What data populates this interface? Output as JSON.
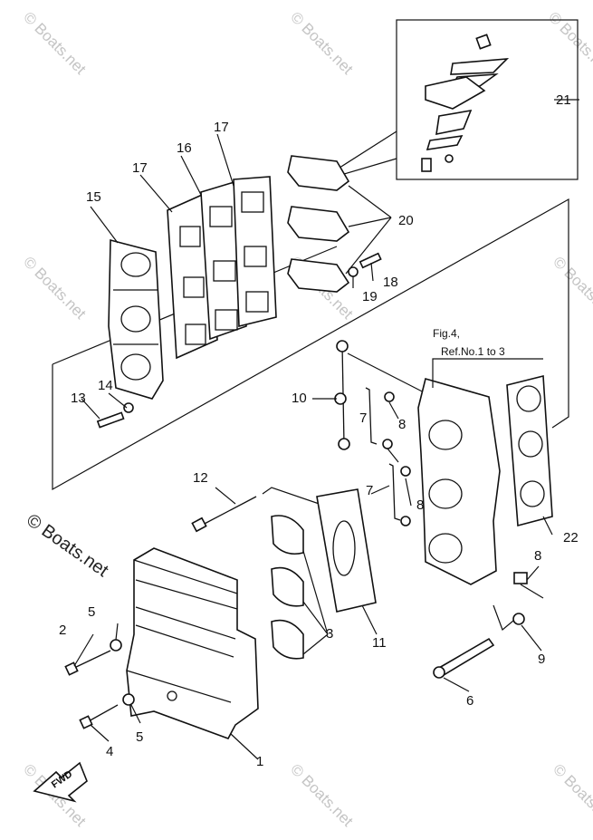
{
  "watermark_text": "© Boats.net",
  "watermark_main": "© Boats.net",
  "note": {
    "line1": "Fig.4,",
    "line2": "Ref.No.1 to 3"
  },
  "fwd_label": "FWD",
  "callouts": [
    "1",
    "2",
    "3",
    "4",
    "5",
    "5",
    "6",
    "7",
    "7",
    "8",
    "8",
    "8",
    "9",
    "10",
    "11",
    "12",
    "13",
    "14",
    "15",
    "16",
    "17",
    "17",
    "18",
    "19",
    "20",
    "21",
    "22"
  ]
}
